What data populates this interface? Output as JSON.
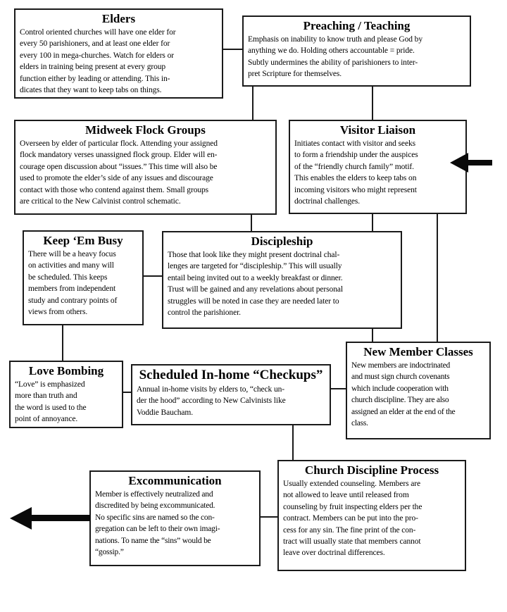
{
  "colors": {
    "background": "#ffffff",
    "box_border": "#1a1a1a",
    "connector": "#1a1a1a",
    "arrow": "#0a0a0a",
    "text": "#000000"
  },
  "diagram": {
    "boxes": [
      {
        "id": "elders",
        "title": "Elders",
        "body": "Control oriented churches will have one elder for\nevery 50 parishioners, and at least one elder for\nevery 100 in mega-churches. Watch for elders or\nelders in training being present at every group\nfunction either by leading or attending. This in-\ndicates that they want to keep tabs on things."
      },
      {
        "id": "preaching-teaching",
        "title": "Preaching / Teaching",
        "body": "Emphasis on inability to know truth and please God by\nanything we do. Holding others accountable = pride.\nSubtly undermines the ability of parishioners to inter-\npret Scripture for themselves."
      },
      {
        "id": "midweek-flock-groups",
        "title": "Midweek Flock Groups",
        "body": "Overseen by elder of particular flock. Attending your assigned\nflock mandatory verses unassigned flock group. Elder will en-\ncourage open discussion about “issues.” This time will also be\nused to promote the elder’s side of any issues and discourage\ncontact with those who contend against them. Small groups\nare critical to the New Calvinist control schematic."
      },
      {
        "id": "visitor-liaison",
        "title": "Visitor Liaison",
        "body": "Initiates contact  with visitor and seeks\nto form a friendship under the auspices\nof the “friendly church family” motif.\nThis enables the elders to keep tabs on\nincoming visitors who might represent\ndoctrinal challenges."
      },
      {
        "id": "keep-em-busy",
        "title": "Keep ‘Em Busy",
        "body": "There will be a heavy focus\non activities and many will\nbe scheduled. This keeps\nmembers from independent\nstudy and contrary points of\nviews from others."
      },
      {
        "id": "discipleship",
        "title": "Discipleship",
        "body": "Those that look like they might present doctrinal chal-\nlenges are targeted for  “discipleship.”  This will usually\nentail being invited out to a weekly breakfast or dinner.\nTrust will be gained and any revelations about personal\nstruggles will be noted in case they are needed later to\ncontrol the parishioner."
      },
      {
        "id": "love-bombing",
        "title": "Love Bombing",
        "body": "“Love” is emphasized\nmore than truth and\nthe word is used to the\npoint of annoyance."
      },
      {
        "id": "scheduled-in-home-checkups",
        "title": "Scheduled In-home “Checkups”",
        "body": "Annual in-home visits by elders to, “check un-\nder the hood” according to New Calvinists like\nVoddie Baucham."
      },
      {
        "id": "new-member-classes",
        "title": "New Member Classes",
        "body": "New members are indoctrinated\nand must sign church covenants\nwhich include cooperation with\nchurch discipline. They are also\nassigned an elder at the end of the\nclass."
      },
      {
        "id": "excommunication",
        "title": "Excommunication",
        "body": "Member is effectively neutralized and\ndiscredited by being excommunicated.\nNo specific sins are named so the con-\ngregation can be left to their own imagi-\nnations. To name the “sins” would be\n“gossip.”"
      },
      {
        "id": "church-discipline-process",
        "title": "Church Discipline Process",
        "body": "Usually extended counseling. Members are\nnot allowed to leave until released from\ncounseling by fruit inspecting elders per the\ncontract. Members can be put into the pro-\ncess for any sin. The fine print of the con-\ntract will usually state that members cannot\nleave over doctrinal differences."
      }
    ],
    "arrows": [
      {
        "name": "inbound-arrow-visitor-liaison",
        "points": "left"
      },
      {
        "name": "outbound-arrow-excommunication",
        "points": "left"
      }
    ]
  }
}
